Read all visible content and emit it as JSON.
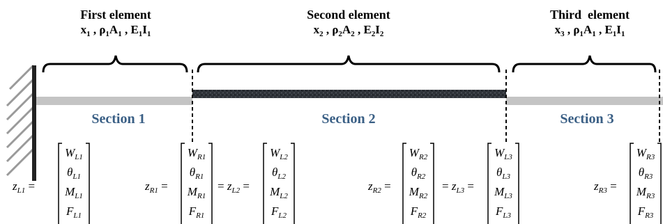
{
  "headers": [
    {
      "title": "First element",
      "params": [
        "x",
        "1",
        " , ρ",
        "1",
        "A",
        "1",
        " , E",
        "1",
        "I",
        "1"
      ]
    },
    {
      "title": "Second element",
      "params": [
        "x",
        "2",
        " , ρ",
        "2",
        "A",
        "2",
        " , E",
        "2",
        "I",
        "2"
      ]
    },
    {
      "title": "Third  element",
      "params": [
        "x",
        "3",
        " , ρ",
        "1",
        "A",
        "1",
        " , E",
        "1",
        "I",
        "1"
      ]
    }
  ],
  "sections": [
    "Section 1",
    "Section 2",
    "Section 3"
  ],
  "vectors": [
    {
      "label_sub": "L1",
      "rows": [
        [
          "W",
          "L1"
        ],
        [
          "θ",
          "L1"
        ],
        [
          "M",
          "L1"
        ],
        [
          "F",
          "L1"
        ]
      ]
    },
    {
      "label_sub": "R1",
      "rows": [
        [
          "W",
          "R1"
        ],
        [
          "θ",
          "R1"
        ],
        [
          "M",
          "R1"
        ],
        [
          "F",
          "R1"
        ]
      ]
    },
    {
      "label_sub": "L2",
      "rows": [
        [
          "W",
          "L2"
        ],
        [
          "θ",
          "L2"
        ],
        [
          "M",
          "L2"
        ],
        [
          "F",
          "L2"
        ]
      ]
    },
    {
      "label_sub": "R2",
      "rows": [
        [
          "W",
          "R2"
        ],
        [
          "θ",
          "R2"
        ],
        [
          "M",
          "R2"
        ],
        [
          "F",
          "R2"
        ]
      ]
    },
    {
      "label_sub": "L3",
      "rows": [
        [
          "W",
          "L3"
        ],
        [
          "θ",
          "L3"
        ],
        [
          "M",
          "L3"
        ],
        [
          "F",
          "L3"
        ]
      ]
    },
    {
      "label_sub": "R3",
      "rows": [
        [
          "W",
          "R3"
        ],
        [
          "θ",
          "R3"
        ],
        [
          "M",
          "R3"
        ],
        [
          "F",
          "R3"
        ]
      ]
    }
  ],
  "equation_labels": {
    "z": "z",
    "eq": "="
  },
  "colors": {
    "beam": "#c4c4c4",
    "beam_thick": "#2e3238",
    "section_text": "#3a5f85",
    "wall_hatch": "#9a9a9a"
  }
}
